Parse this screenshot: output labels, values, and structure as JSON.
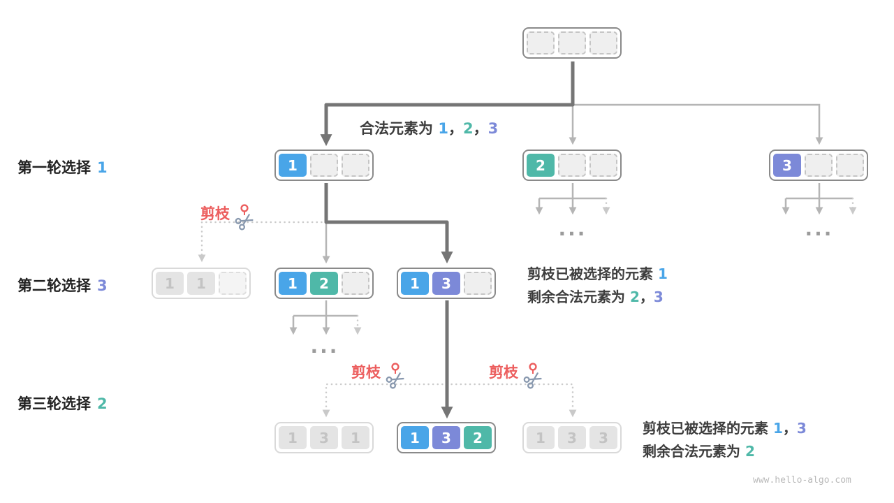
{
  "colors": {
    "blue": "#49A5E8",
    "teal": "#4FB8A8",
    "purple": "#7C89D8",
    "red": "#EC5E5E",
    "scissors": "#8898AE",
    "dark_arrow": "#757575",
    "light_arrow": "#B5B5B5",
    "dotted_arrow": "#CBCBCB"
  },
  "round_labels": [
    {
      "label": "第一轮选择",
      "value": "1"
    },
    {
      "label": "第二轮选择",
      "value": "3"
    },
    {
      "label": "第三轮选择",
      "value": "2"
    }
  ],
  "legend": {
    "prefix": "合法元素为",
    "n1": "1",
    "comma1": "，",
    "n2": "2",
    "comma2": "，",
    "n3": "3"
  },
  "prune_label": "剪枝",
  "ellipsis": "...",
  "notes_round2": {
    "line1_prefix": "剪枝已被选择的元素",
    "line1_n1": "1",
    "line2_prefix": "剩余合法元素为",
    "line2_n1": "2",
    "line2_comma": "，",
    "line2_n2": "3"
  },
  "notes_round3": {
    "line1_prefix": "剪枝已被选择的元素",
    "line1_n1": "1",
    "line1_comma": "，",
    "line1_n2": "3",
    "line2_prefix": "剩余合法元素为",
    "line2_n1": "2"
  },
  "nodes": {
    "root": {
      "slots": [
        "",
        "",
        ""
      ]
    },
    "round1_choice1": {
      "slots": [
        "1",
        "",
        ""
      ]
    },
    "round1_choice2": {
      "slots": [
        "2",
        "",
        ""
      ]
    },
    "round1_choice3": {
      "slots": [
        "3",
        "",
        ""
      ]
    },
    "round2_pruned": {
      "slots": [
        "1",
        "1",
        ""
      ]
    },
    "round2_choice2": {
      "slots": [
        "1",
        "2",
        ""
      ]
    },
    "round2_choice3": {
      "slots": [
        "1",
        "3",
        ""
      ]
    },
    "round3_pruned_left": {
      "slots": [
        "1",
        "3",
        "1"
      ]
    },
    "round3_choice2": {
      "slots": [
        "1",
        "3",
        "2"
      ]
    },
    "round3_pruned_right": {
      "slots": [
        "1",
        "3",
        "3"
      ]
    }
  },
  "watermark": "www.hello-algo.com"
}
